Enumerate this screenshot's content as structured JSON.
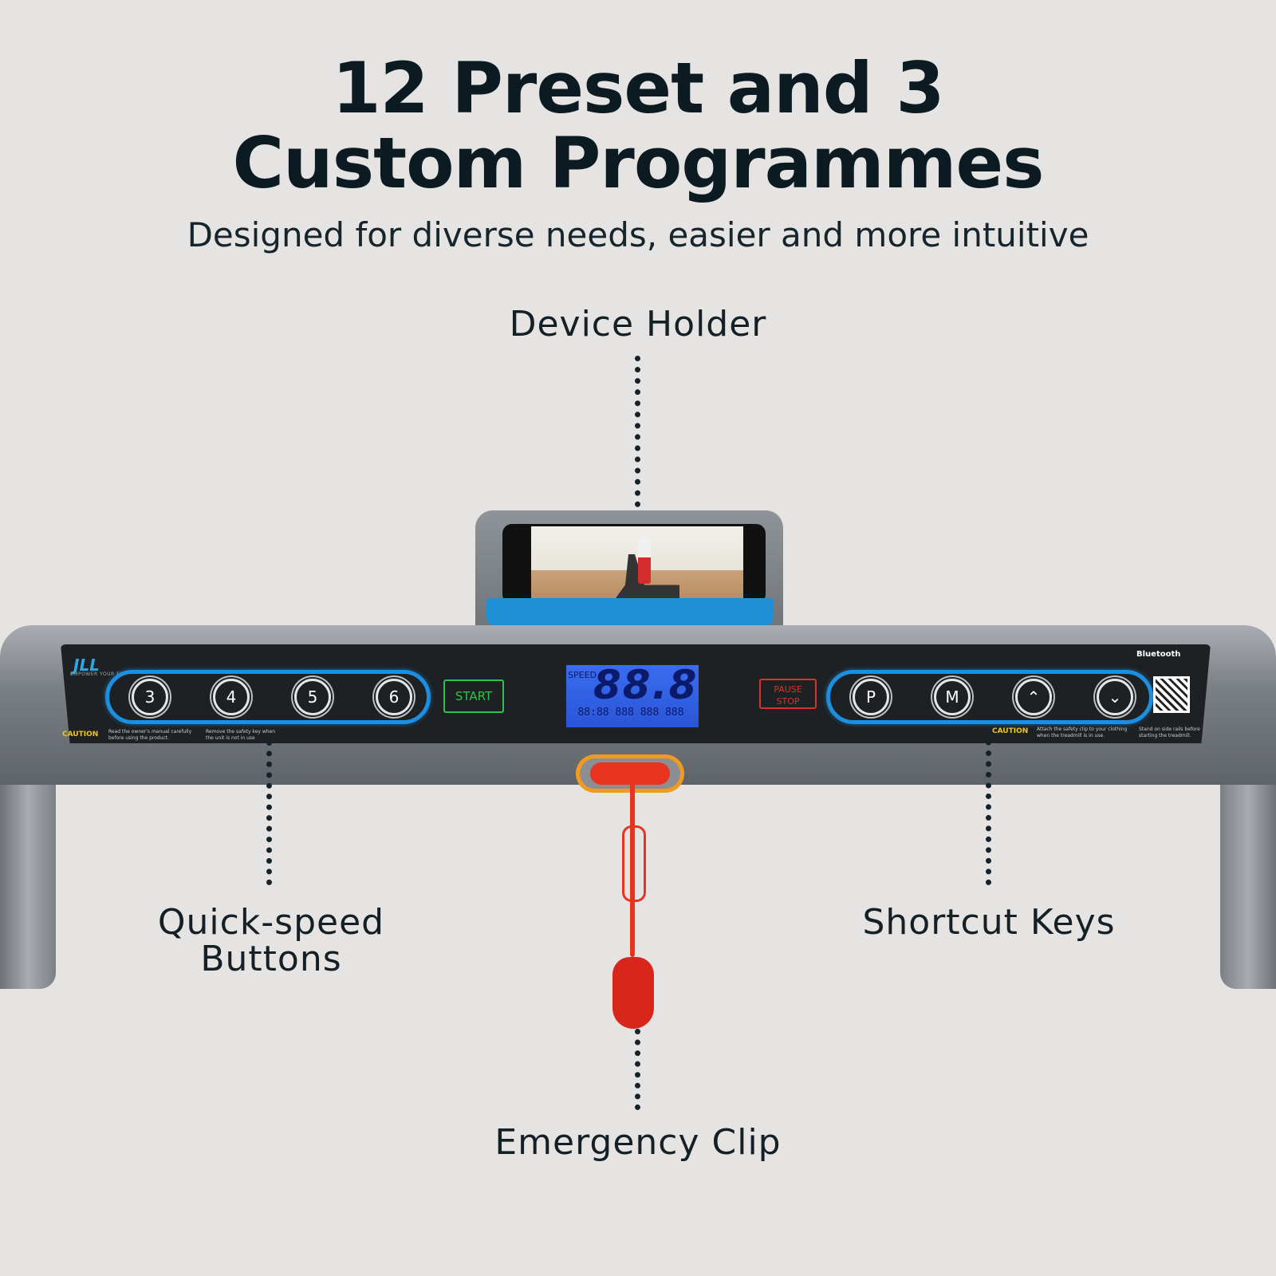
{
  "heading": {
    "line1": "12 Preset and 3",
    "line2": "Custom Programmes",
    "subtitle": "Designed for diverse needs, easier and more intuitive"
  },
  "callouts": {
    "device_holder": "Device Holder",
    "quick_speed_line1": "Quick-speed",
    "quick_speed_line2": "Buttons",
    "shortcut_keys": "Shortcut Keys",
    "emergency_clip": "Emergency Clip"
  },
  "console": {
    "brand": "JLL",
    "tagline": "EMPOWER YOUR FIT",
    "quick_speed_buttons": [
      "3",
      "4",
      "5",
      "6"
    ],
    "start_label": "START",
    "pause_label_1": "PAUSE",
    "pause_label_2": "STOP",
    "shortcut_buttons": [
      "P",
      "M",
      "⌃",
      "⌄"
    ],
    "lcd_label": "SPEED",
    "lcd_digits": "88.8",
    "lcd_row": "88:88 888 888 888",
    "bluetooth_label": "Bluetooth",
    "caution_left": "CAUTION",
    "caution_right": "CAUTION",
    "note_left_1": "Read the owner's manual carefully before using the product.",
    "note_left_2": "Remove the safety key when the unit is not in use",
    "note_right_1": "Attach the safety clip to your clothing when the treadmill is in use.",
    "note_right_2": "Stand on side rails before starting the treadmill."
  },
  "colors": {
    "background": "#e5e4e2",
    "accent_blue": "#1d8fe0",
    "start_green": "#2ec24a",
    "stop_red": "#d8332b",
    "clip_red": "#e8331f"
  }
}
